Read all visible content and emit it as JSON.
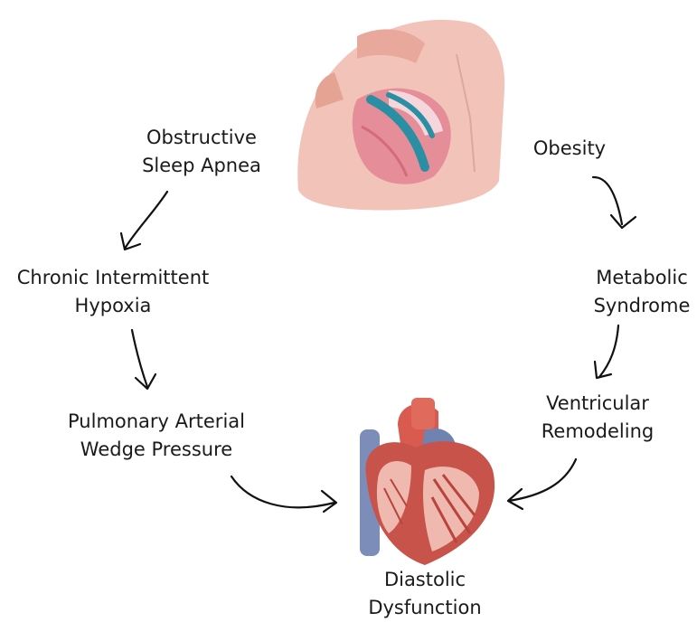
{
  "nodes": {
    "osa": {
      "line1": "Obstructive",
      "line2": "Sleep Apnea"
    },
    "hypoxia": {
      "line1": "Chronic Intermittent",
      "line2": "Hypoxia"
    },
    "pawp": {
      "line1": "Pulmonary Arterial",
      "line2": "Wedge Pressure"
    },
    "obesity": {
      "line1": "Obesity"
    },
    "metabolic": {
      "line1": "Metabolic",
      "line2": "Syndrome"
    },
    "remodeling": {
      "line1": "Ventricular",
      "line2": "Remodeling"
    },
    "diastolic": {
      "line1": "Diastolic",
      "line2": "Dysfunction"
    }
  },
  "illustrations": {
    "top": "sleeping-head-airway-illustration",
    "bottom": "heart-cross-section-illustration"
  },
  "colors": {
    "text": "#1a1a1a",
    "arrow": "#111111",
    "skin": "#f2c3b8",
    "tissue": "#e58d99",
    "airway": "#2b8fa3",
    "heart_red": "#c8534a",
    "heart_blue": "#7b8db8"
  }
}
